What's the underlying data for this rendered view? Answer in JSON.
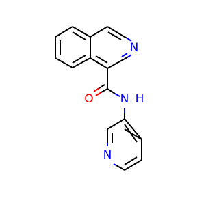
{
  "molecule": {
    "atoms": [
      {
        "id": "N_ring_top",
        "symbol": "N",
        "color": "#0000ff"
      },
      {
        "id": "O_carbonyl",
        "symbol": "O",
        "color": "#ff0000"
      },
      {
        "id": "N_amide",
        "symbol": "N",
        "color": "#0000ff"
      },
      {
        "id": "H_amide",
        "symbol": "H",
        "color": "#0000ff"
      },
      {
        "id": "N_pyridine",
        "symbol": "N",
        "color": "#0000ff"
      }
    ],
    "bond_color": "#000000"
  }
}
